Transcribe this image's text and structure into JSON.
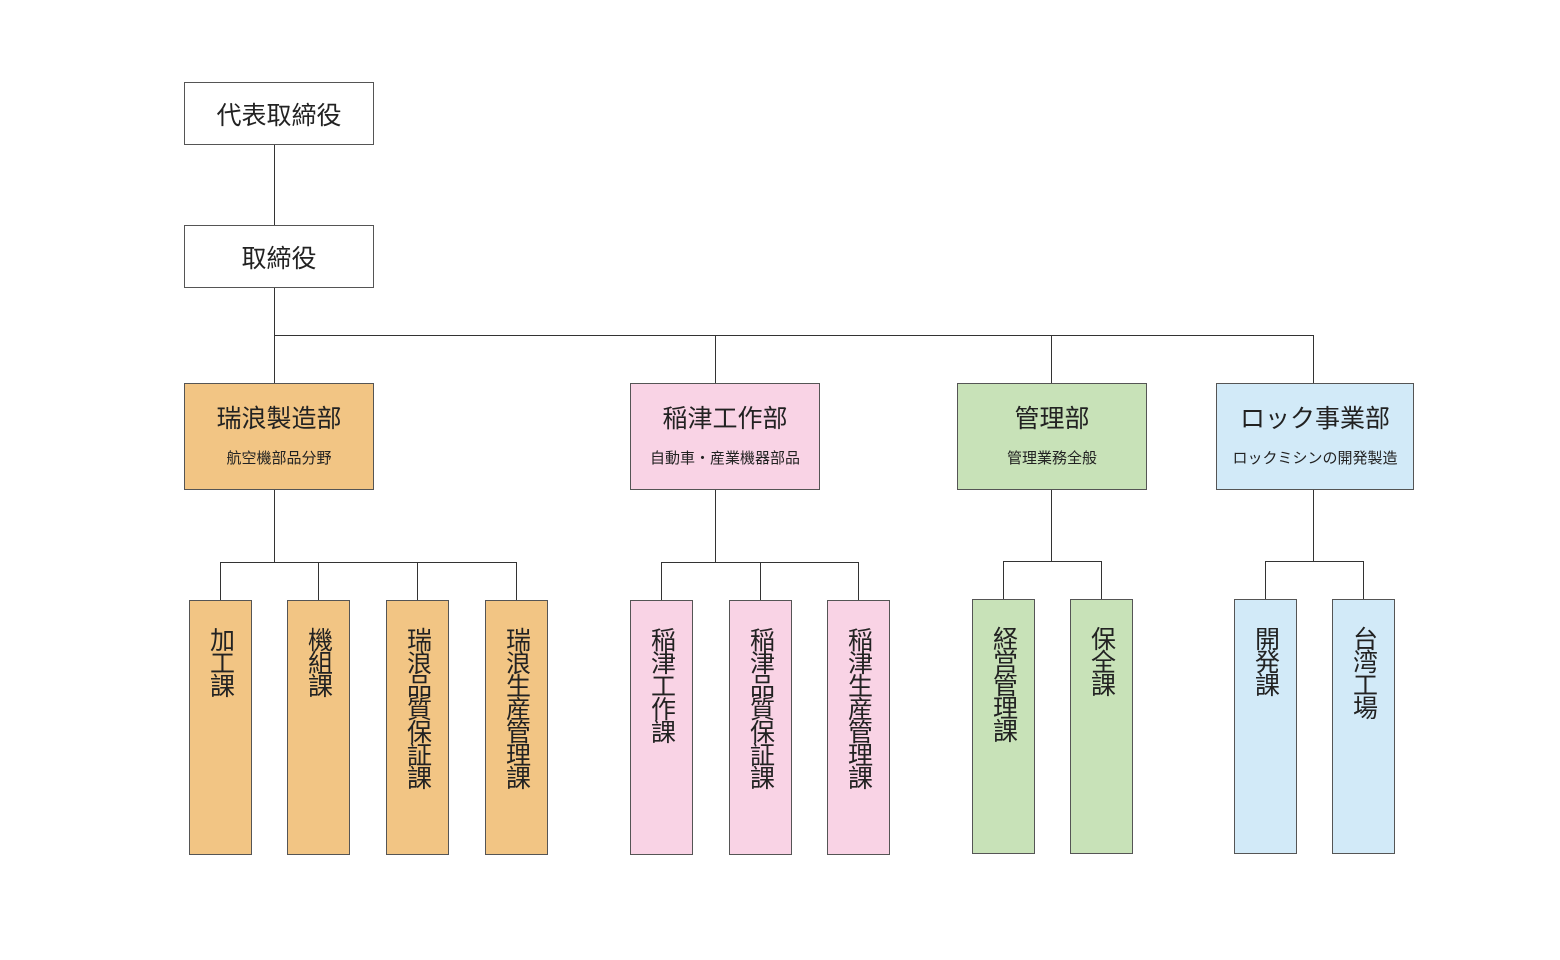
{
  "colors": {
    "mizunami": "#f2c584",
    "inazu": "#f9d3e5",
    "kanri": "#c8e2b8",
    "lock": "#d2eaf8",
    "line": "#333333",
    "border": "#555555"
  },
  "executives": {
    "ceo": "代表取締役",
    "director": "取締役"
  },
  "departments": [
    {
      "name": "瑞浪製造部",
      "description": "航空機部品分野",
      "sections": [
        "加工課",
        "機組課",
        "瑞浪品質保証課",
        "瑞浪生産管理課"
      ]
    },
    {
      "name": "稲津工作部",
      "description": "自動車・産業機器部品",
      "sections": [
        "稲津工作課",
        "稲津品質保証課",
        "稲津生産管理課"
      ]
    },
    {
      "name": "管理部",
      "description": "管理業務全般",
      "sections": [
        "経営管理課",
        "保全課"
      ]
    },
    {
      "name": "ロック事業部",
      "description": "ロックミシンの開発製造",
      "sections": [
        "開発課",
        "台湾工場"
      ]
    }
  ]
}
